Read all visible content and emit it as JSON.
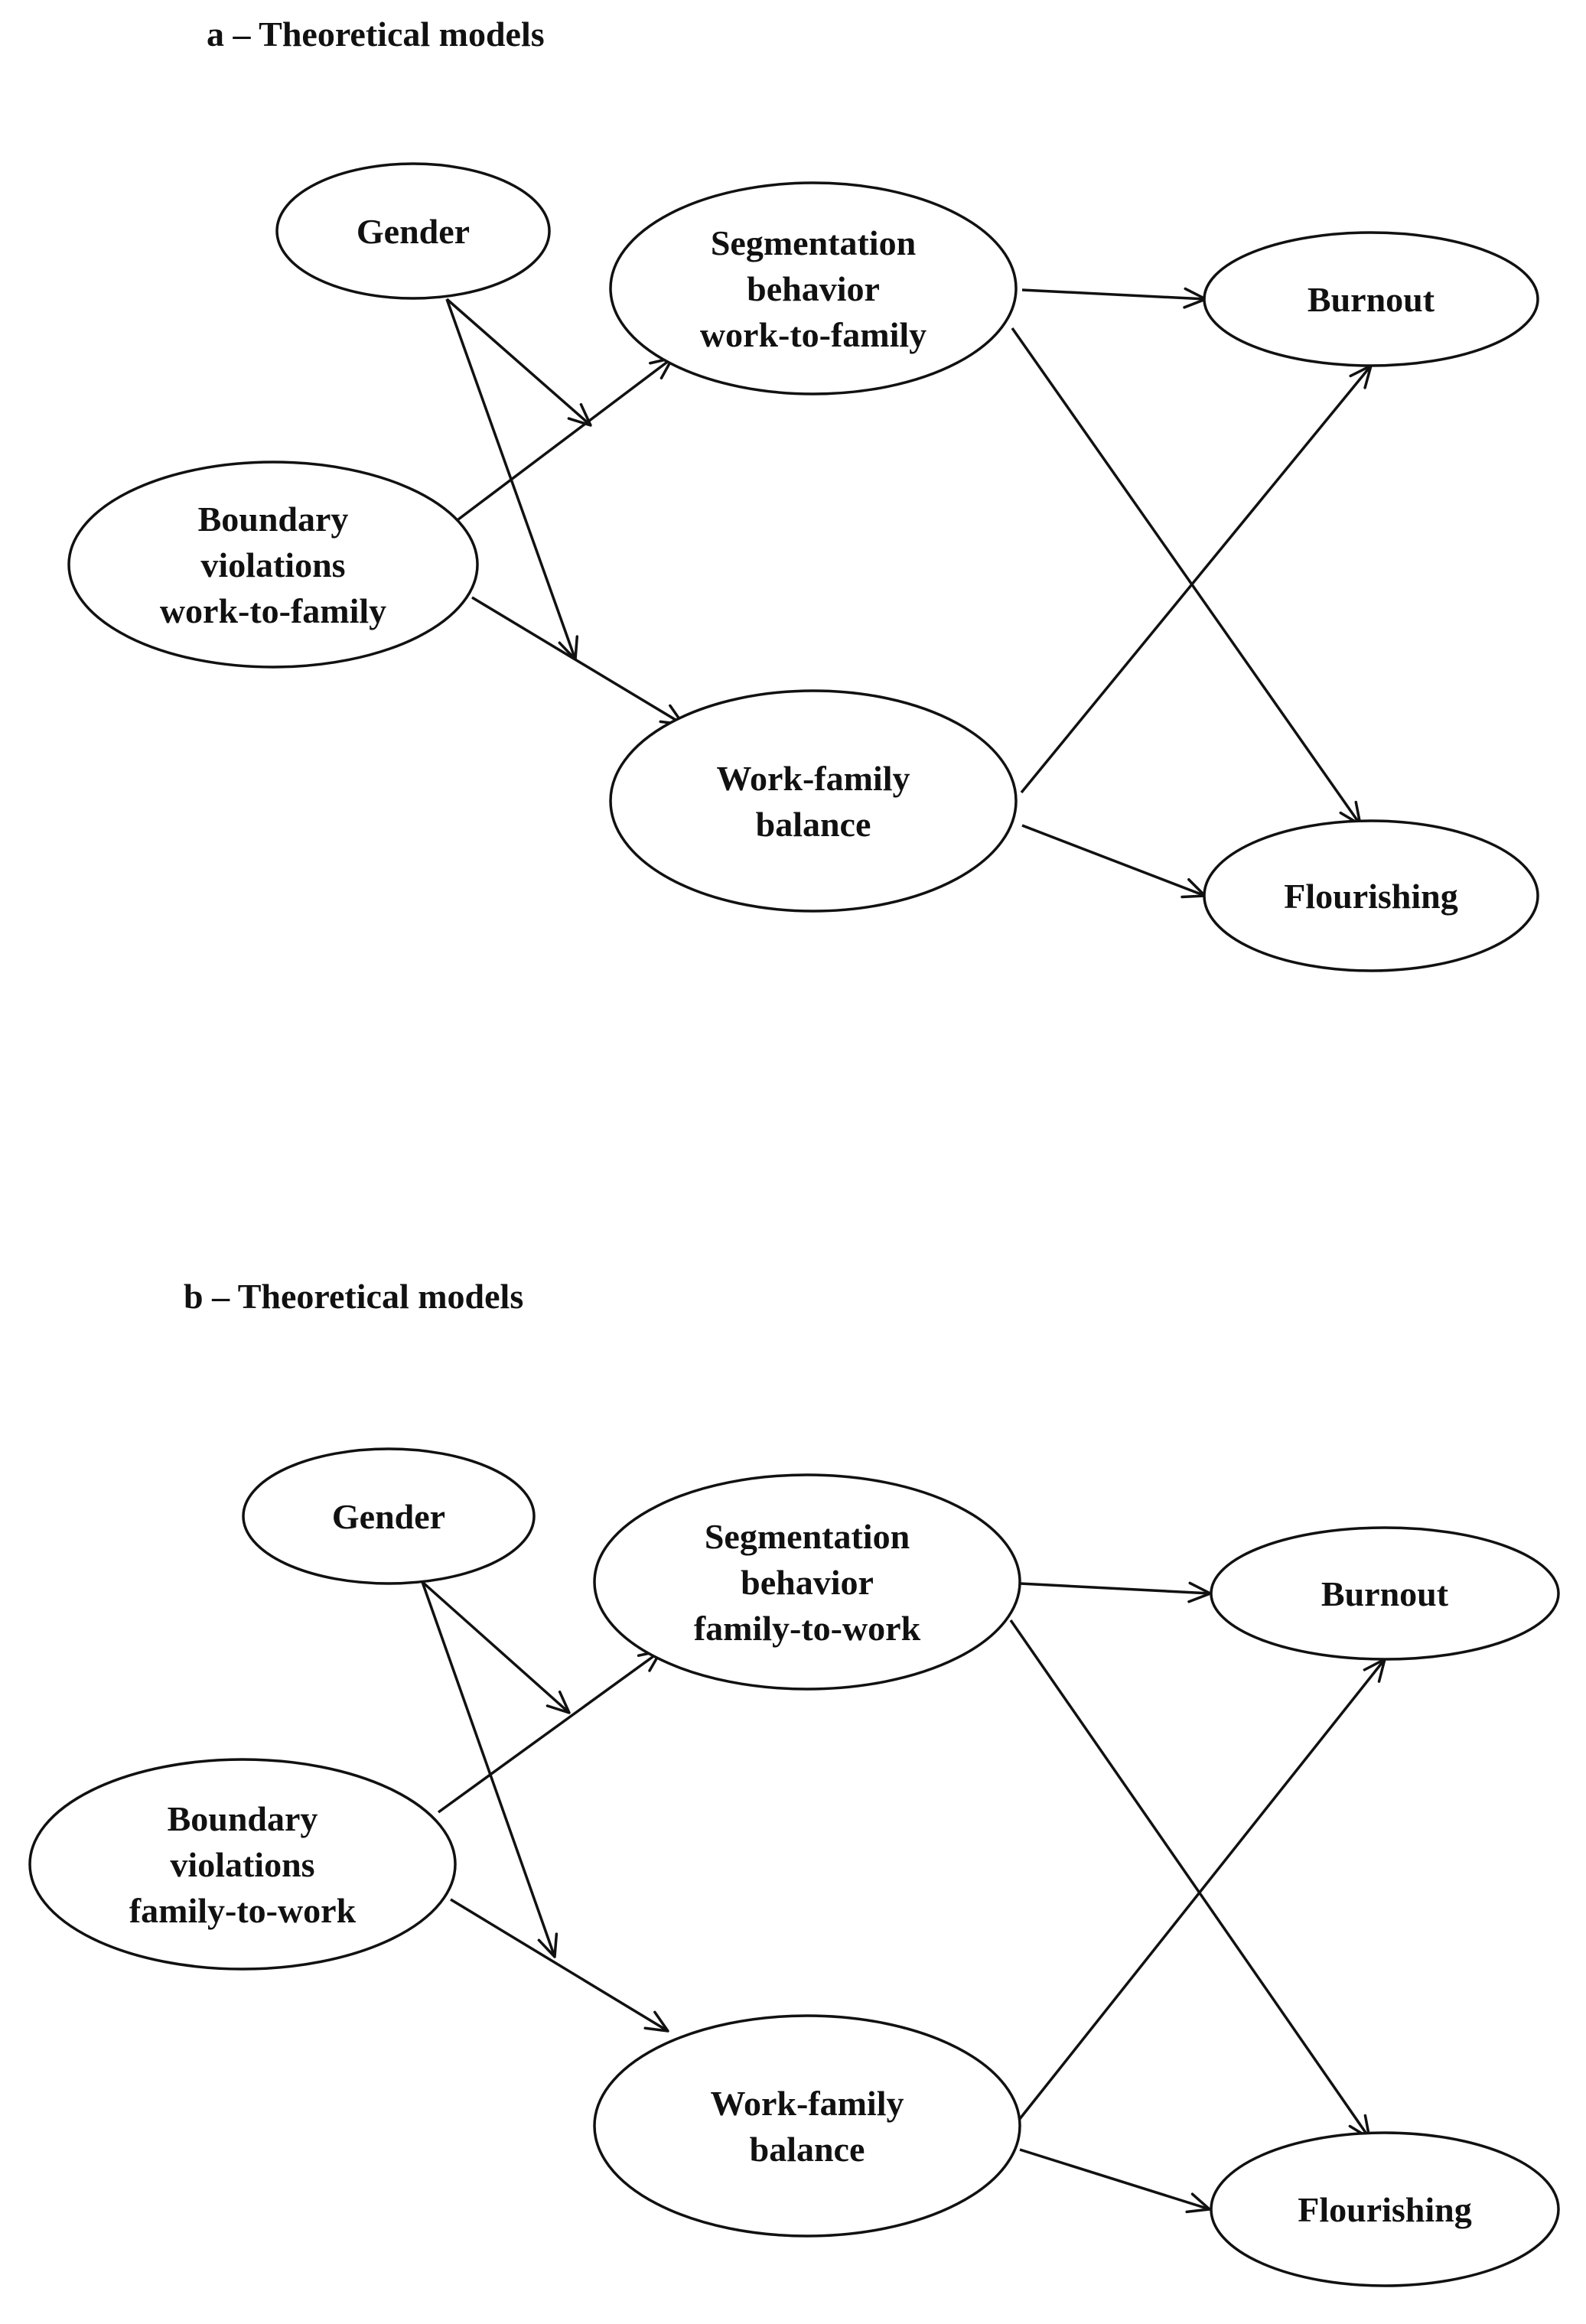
{
  "panels": [
    {
      "id": "a",
      "title": "a – Theoretical models",
      "nodes": [
        {
          "id": "gender",
          "lines": [
            "Gender"
          ]
        },
        {
          "id": "predictor",
          "lines": [
            "Boundary",
            "violations",
            "work-to-family"
          ]
        },
        {
          "id": "segmentation",
          "lines": [
            "Segmentation",
            "behavior",
            "work-to-family"
          ]
        },
        {
          "id": "balance",
          "lines": [
            "Work-family",
            "balance"
          ]
        },
        {
          "id": "burnout",
          "lines": [
            "Burnout"
          ]
        },
        {
          "id": "flourishing",
          "lines": [
            "Flourishing"
          ]
        }
      ],
      "edges": [
        {
          "from": "predictor",
          "to": "segmentation"
        },
        {
          "from": "predictor",
          "to": "balance"
        },
        {
          "from": "gender",
          "to": "edge:predictor-segmentation"
        },
        {
          "from": "gender",
          "to": "edge:predictor-balance"
        },
        {
          "from": "segmentation",
          "to": "burnout"
        },
        {
          "from": "segmentation",
          "to": "flourishing"
        },
        {
          "from": "balance",
          "to": "burnout"
        },
        {
          "from": "balance",
          "to": "flourishing"
        }
      ]
    },
    {
      "id": "b",
      "title": "b – Theoretical models",
      "nodes": [
        {
          "id": "gender",
          "lines": [
            "Gender"
          ]
        },
        {
          "id": "predictor",
          "lines": [
            "Boundary",
            "violations",
            "family-to-work"
          ]
        },
        {
          "id": "segmentation",
          "lines": [
            "Segmentation",
            "behavior",
            "family-to-work"
          ]
        },
        {
          "id": "balance",
          "lines": [
            "Work-family",
            "balance"
          ]
        },
        {
          "id": "burnout",
          "lines": [
            "Burnout"
          ]
        },
        {
          "id": "flourishing",
          "lines": [
            "Flourishing"
          ]
        }
      ],
      "edges": [
        {
          "from": "predictor",
          "to": "segmentation"
        },
        {
          "from": "predictor",
          "to": "balance"
        },
        {
          "from": "gender",
          "to": "edge:predictor-segmentation"
        },
        {
          "from": "gender",
          "to": "edge:predictor-balance"
        },
        {
          "from": "segmentation",
          "to": "burnout"
        },
        {
          "from": "segmentation",
          "to": "flourishing"
        },
        {
          "from": "balance",
          "to": "burnout"
        },
        {
          "from": "balance",
          "to": "flourishing"
        }
      ]
    }
  ]
}
